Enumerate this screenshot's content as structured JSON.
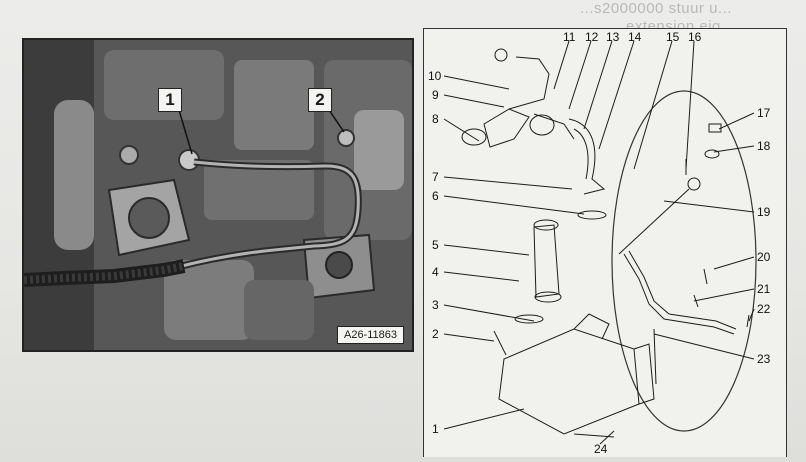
{
  "bleed_text": {
    "line1": "...s2000000 stuur u...",
    "line2": "...extension eig..."
  },
  "photo": {
    "callouts": [
      "1",
      "2"
    ],
    "figure_ref": "A26-11863"
  },
  "diagram": {
    "labels": [
      "1",
      "2",
      "3",
      "4",
      "5",
      "6",
      "7",
      "8",
      "9",
      "10",
      "11",
      "12",
      "13",
      "14",
      "15",
      "16",
      "17",
      "18",
      "19",
      "20",
      "21",
      "22",
      "23",
      "24"
    ]
  }
}
